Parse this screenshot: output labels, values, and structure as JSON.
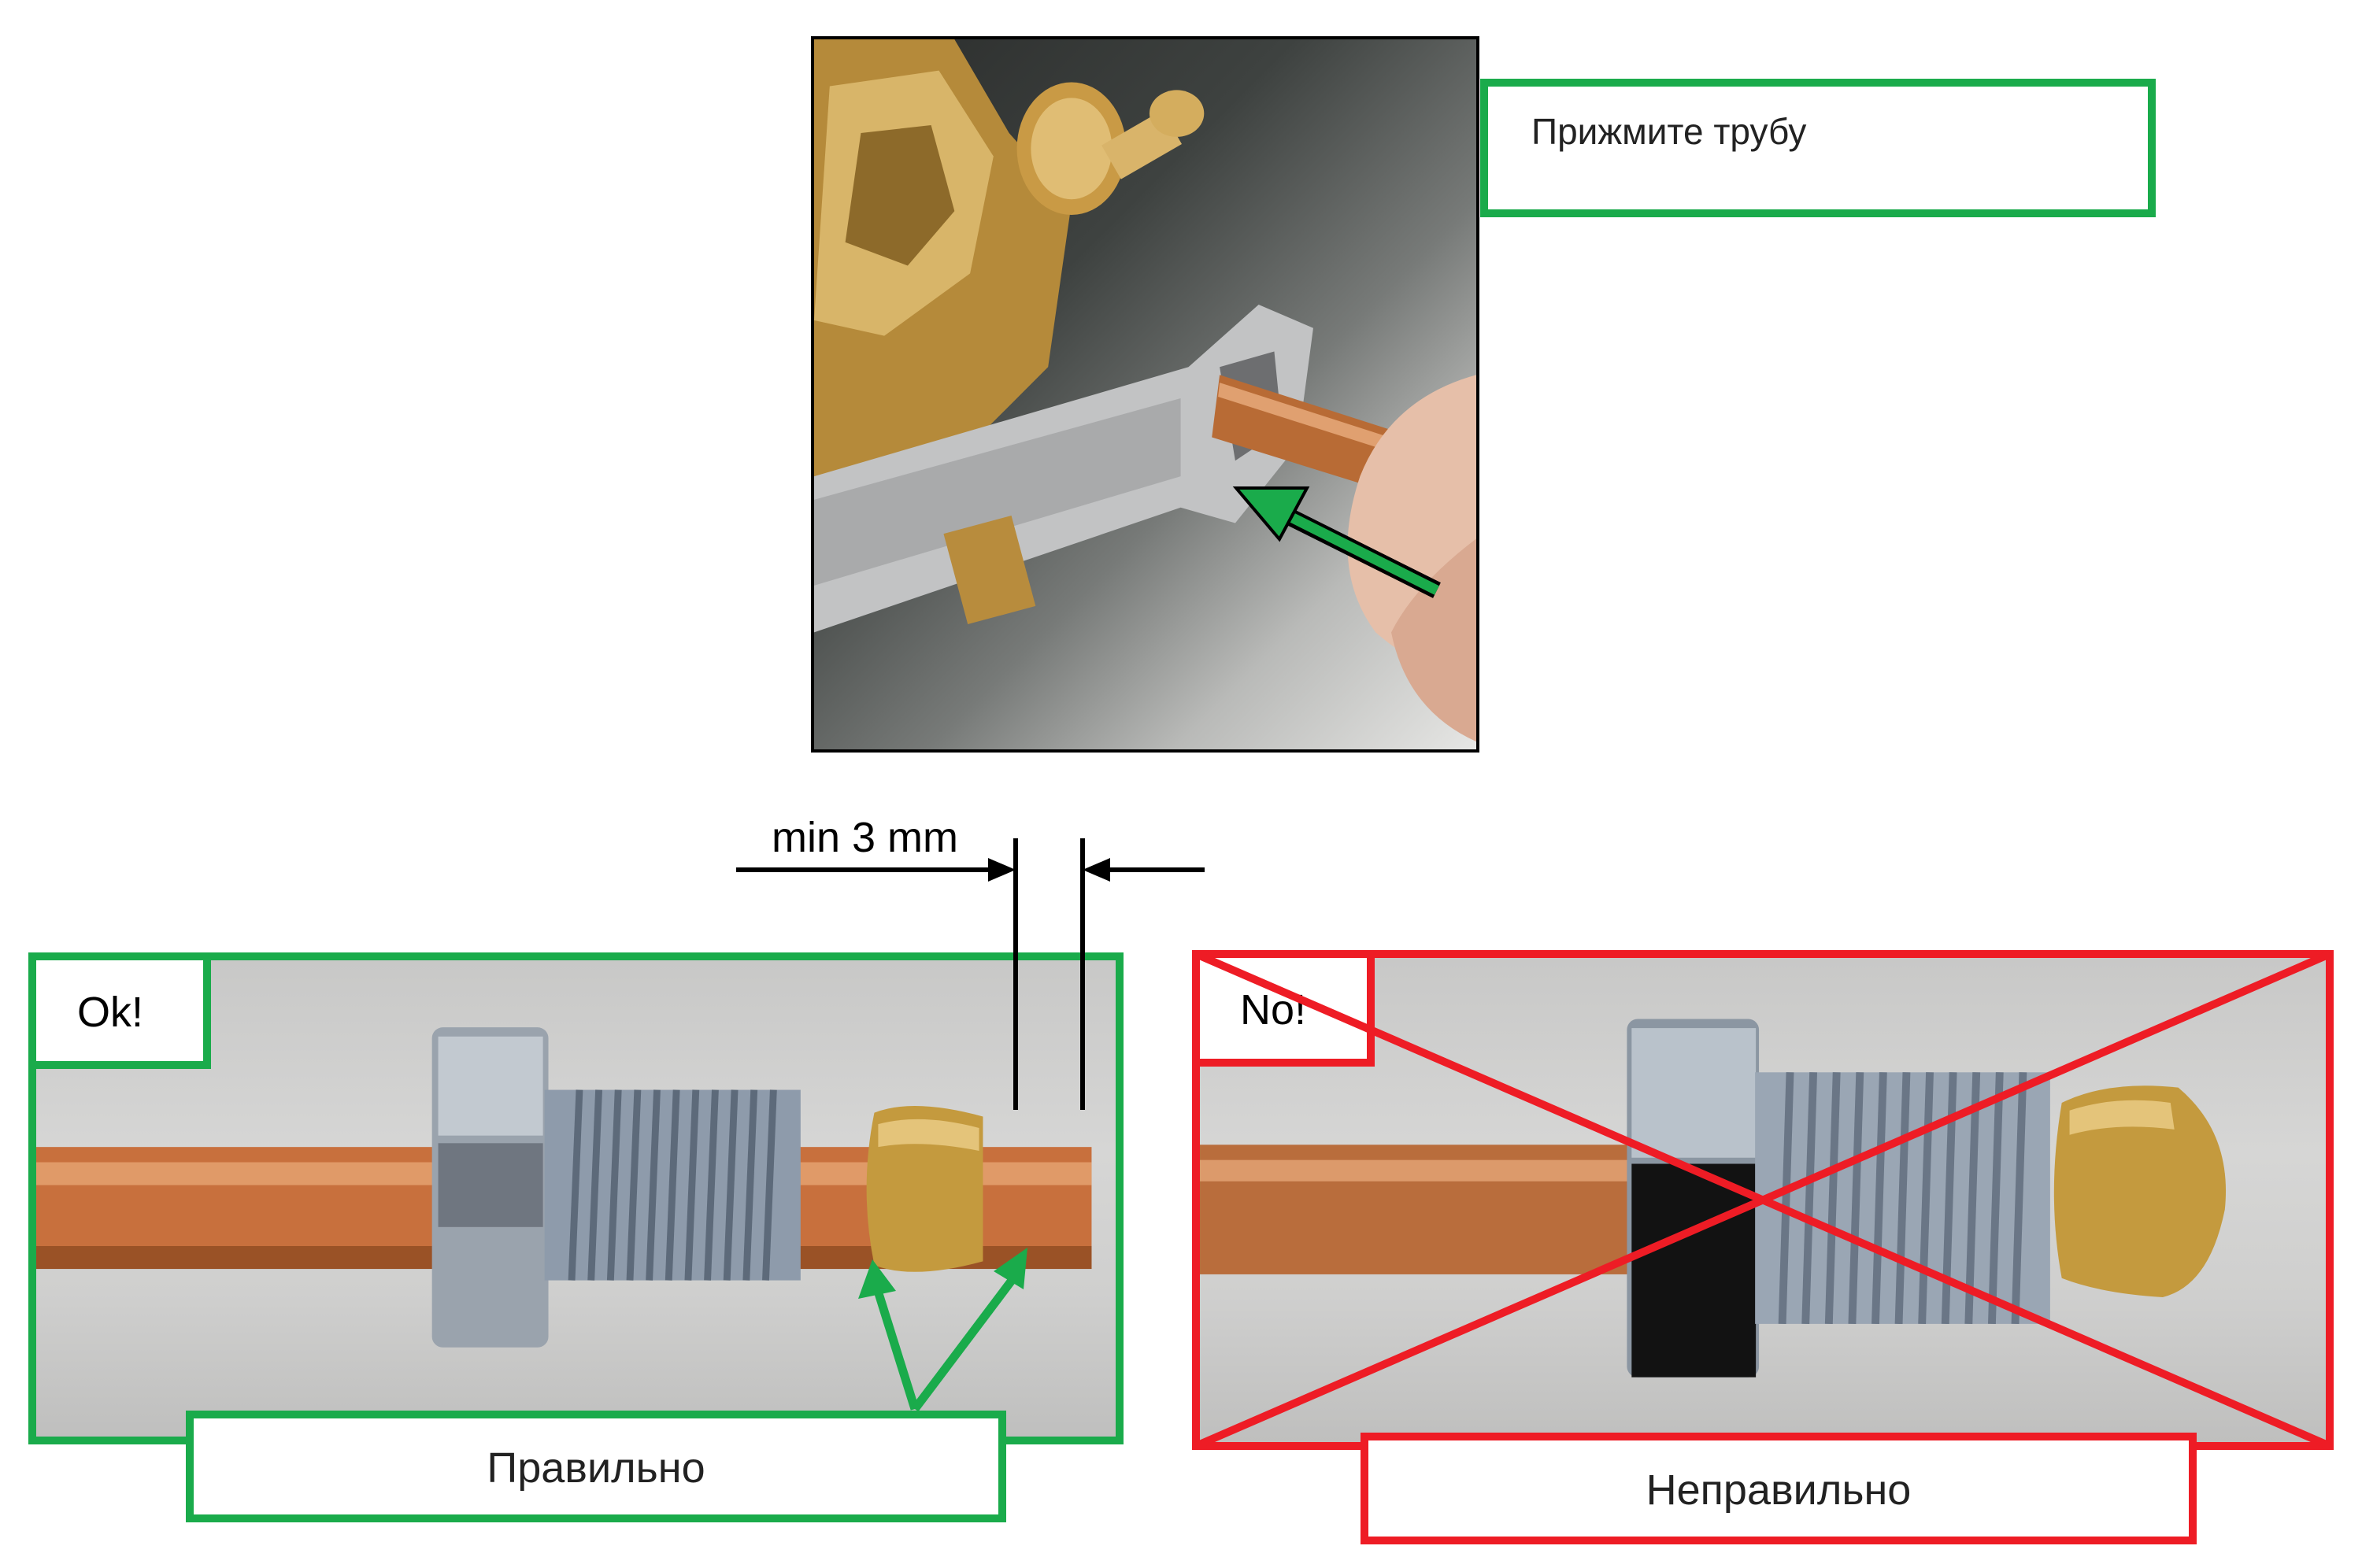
{
  "top": {
    "callout_text": "Прижмите трубу"
  },
  "dimension": {
    "label": "min 3 mm"
  },
  "ok_panel": {
    "tag": "Ok!",
    "caption": "Правильно"
  },
  "no_panel": {
    "tag": "No!",
    "caption": "Неправильно"
  },
  "colors": {
    "correct": "#1aab4b",
    "wrong": "#ee1c25",
    "copper": "#c9733f",
    "brass": "#c9a34a",
    "steel": "#9aa6b4"
  }
}
